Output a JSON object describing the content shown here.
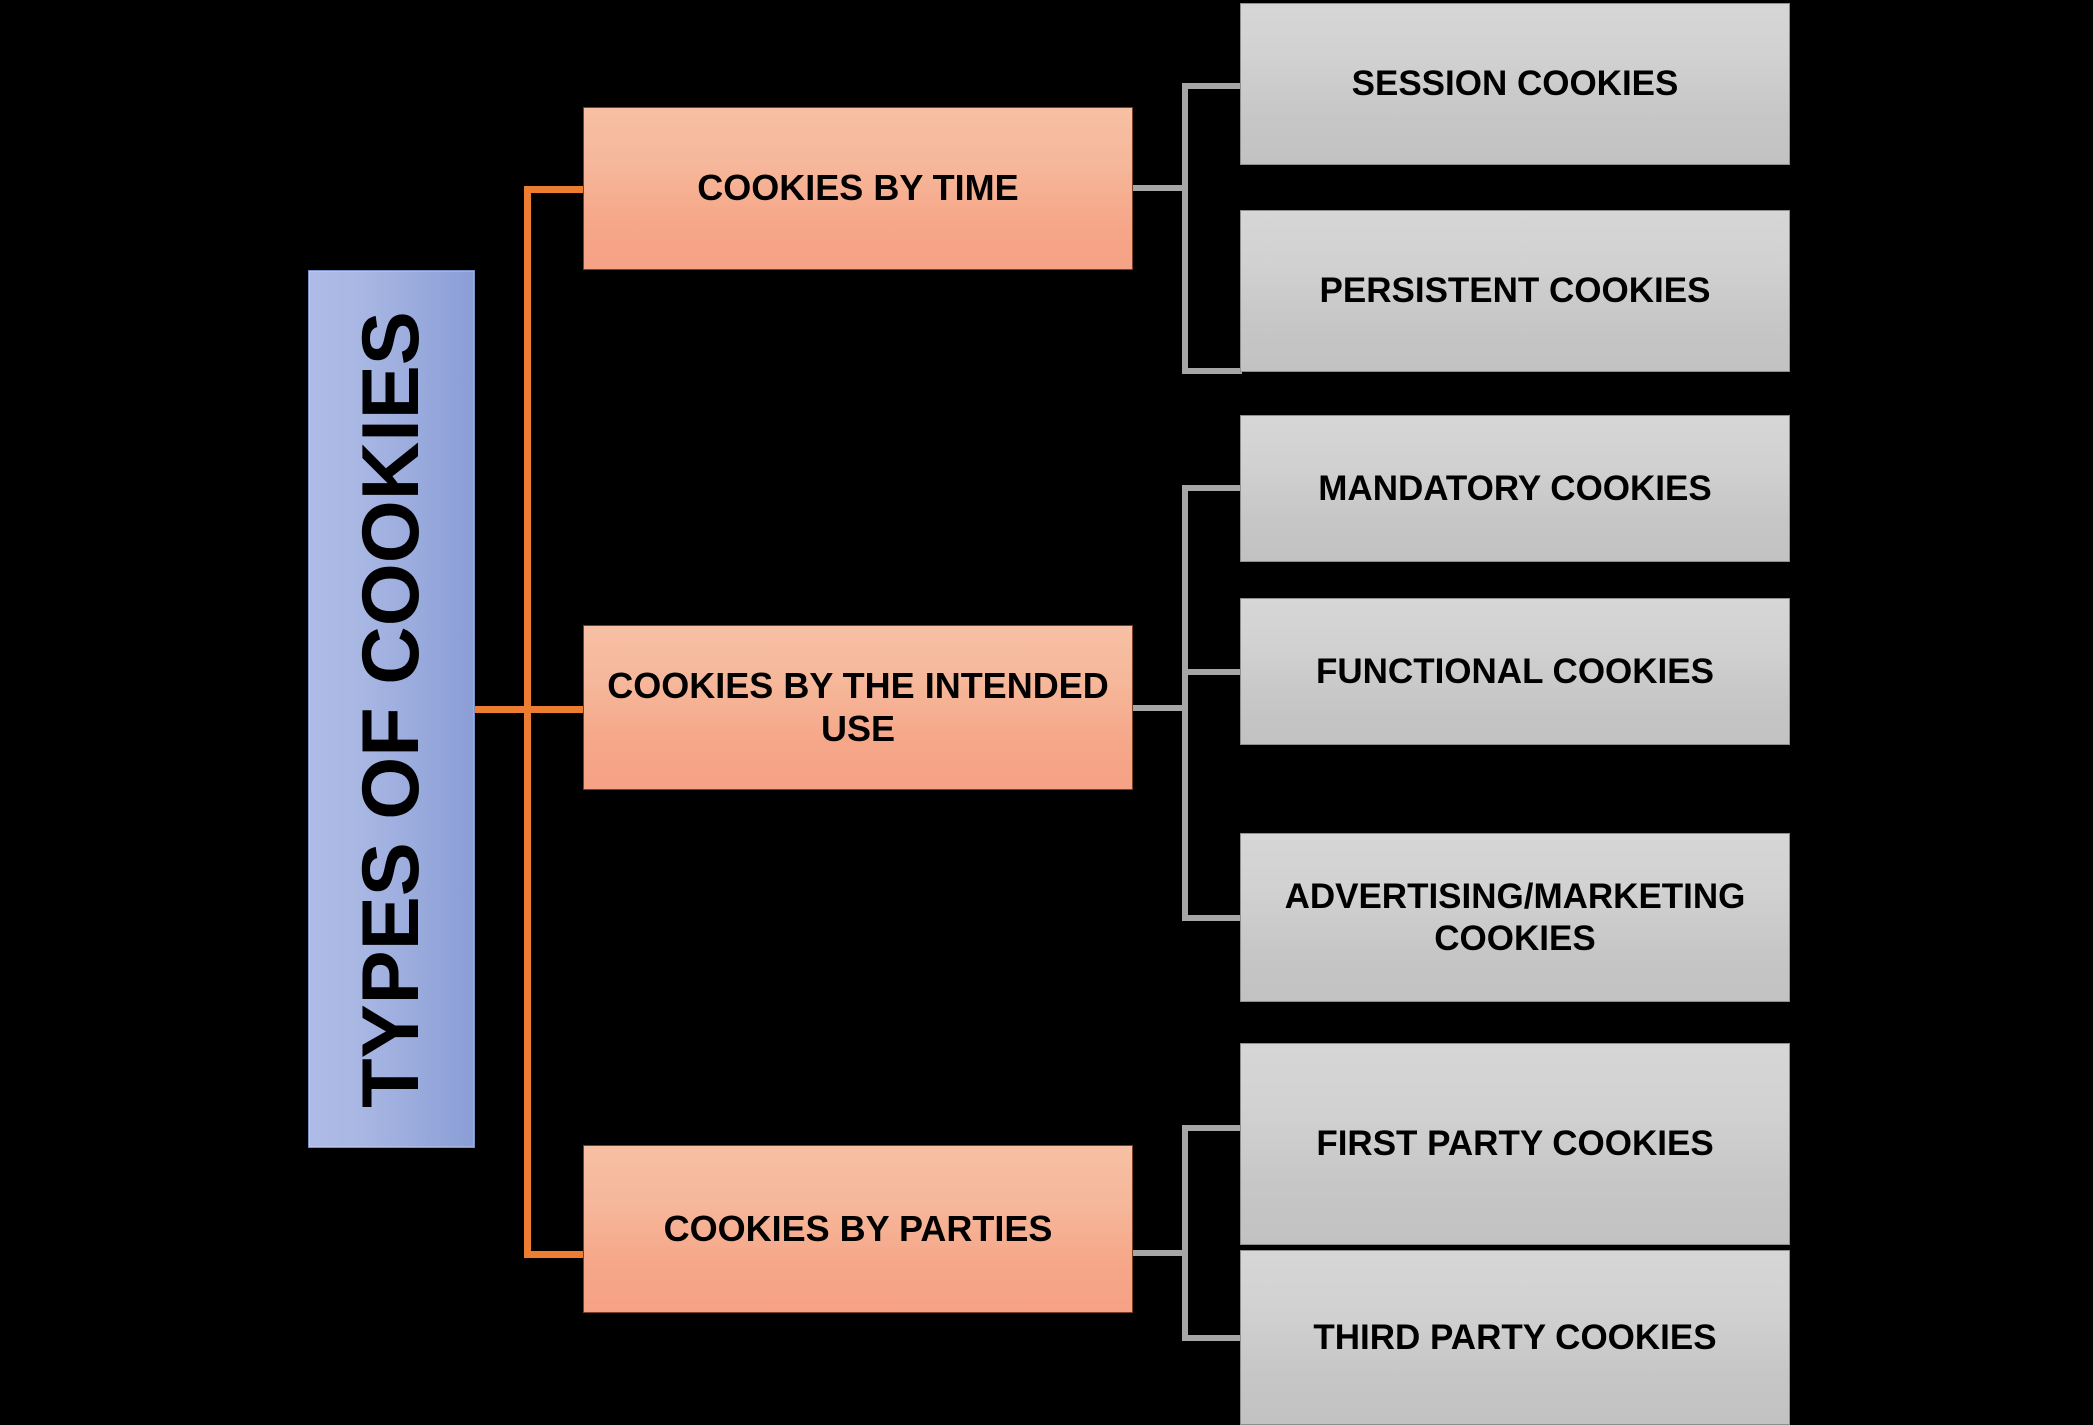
{
  "diagram": {
    "title": "TYPES OF COOKIES",
    "root": {
      "label": "TYPES OF COOKIES"
    },
    "branches": [
      {
        "label": "COOKIES BY TIME",
        "children": [
          {
            "label": "SESSION COOKIES"
          },
          {
            "label": "PERSISTENT COOKIES"
          }
        ]
      },
      {
        "label": "COOKIES BY THE INTENDED USE",
        "children": [
          {
            "label": "MANDATORY COOKIES"
          },
          {
            "label": "FUNCTIONAL COOKIES"
          },
          {
            "label": "ADVERTISING/MARKETING COOKIES"
          }
        ]
      },
      {
        "label": "COOKIES BY PARTIES",
        "children": [
          {
            "label": "FIRST PARTY COOKIES"
          },
          {
            "label": "THIRD PARTY COOKIES"
          }
        ]
      }
    ],
    "colors": {
      "background": "#000000",
      "root_fill": "#a9b7e3",
      "branch_fill": "#f6b79a",
      "leaf_fill": "#cccccc",
      "branch_connector": "#ed7d31",
      "leaf_connector": "#a6a6a6",
      "text": "#000000"
    }
  }
}
